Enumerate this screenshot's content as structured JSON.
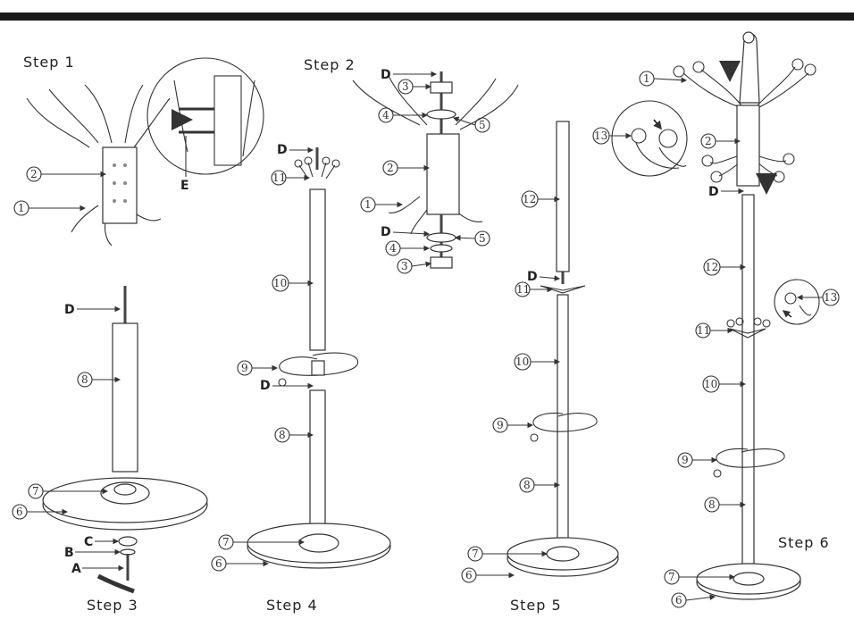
{
  "steps": [
    {
      "id": "step1",
      "title": "Step 1"
    },
    {
      "id": "step2",
      "title": "Step 2"
    },
    {
      "id": "step3",
      "title": "Step 3"
    },
    {
      "id": "step4",
      "title": "Step 4"
    },
    {
      "id": "step5",
      "title": "Step 5"
    },
    {
      "id": "step6",
      "title": "Step 6"
    }
  ],
  "callouts": {
    "c1": "1",
    "c2": "2",
    "c3": "3",
    "c4": "4",
    "c5": "5",
    "c6": "6",
    "c7": "7",
    "c8": "8",
    "c9": "9",
    "c10": "10",
    "c11": "11",
    "c12": "12",
    "c13": "13"
  },
  "letters": {
    "A": "A",
    "B": "B",
    "C": "C",
    "D": "D",
    "E": "E"
  }
}
